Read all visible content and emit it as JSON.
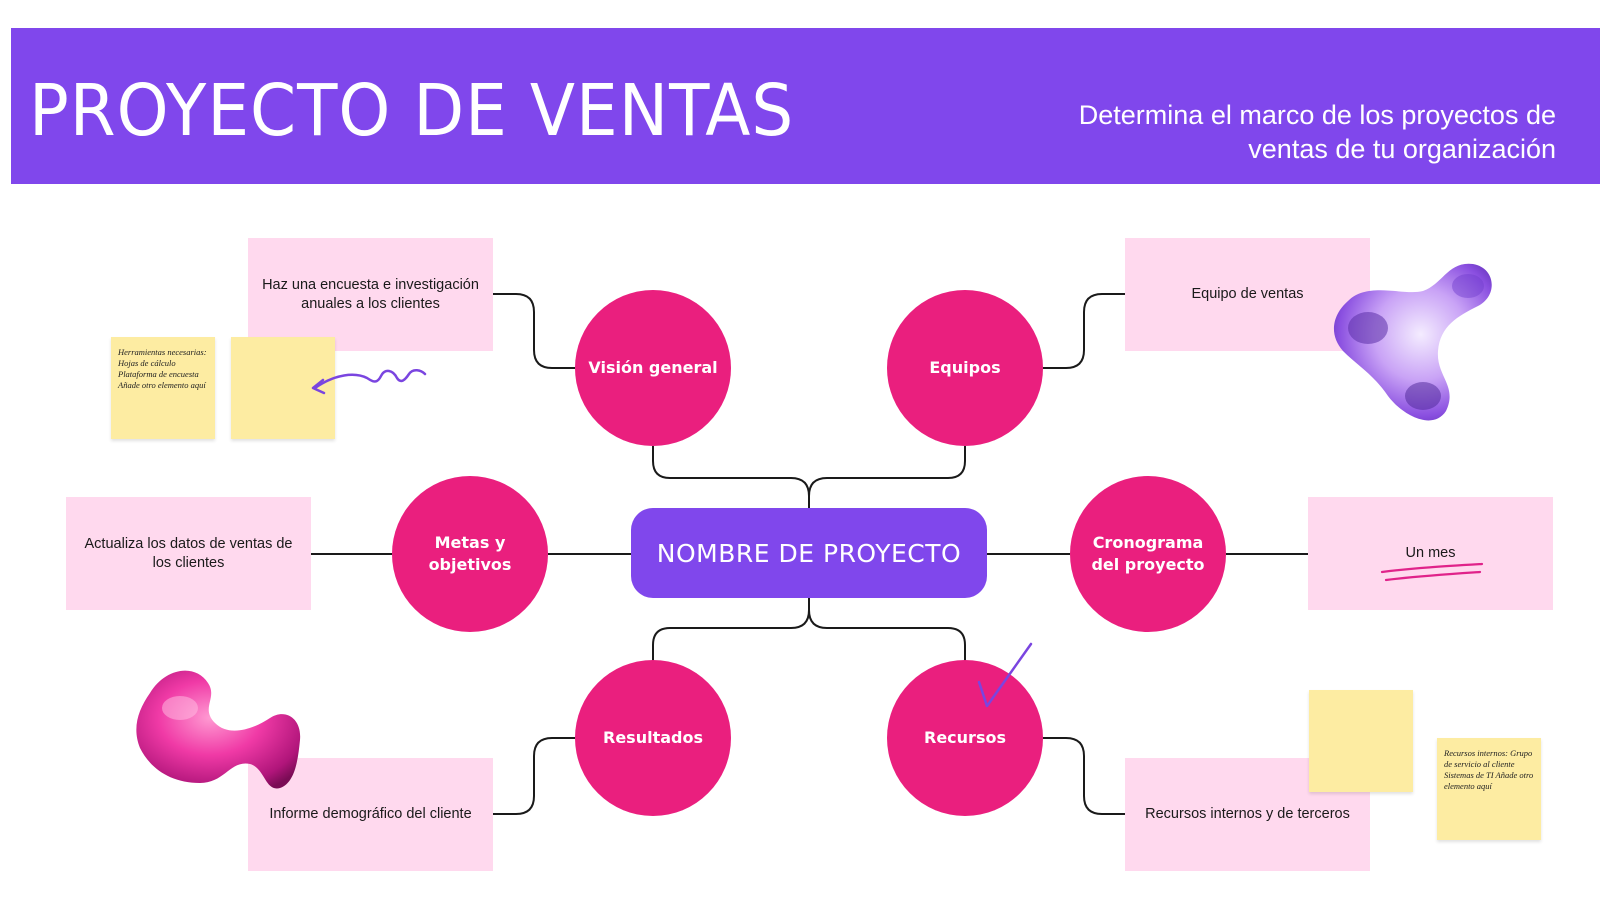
{
  "header": {
    "title": "PROYECTO DE VENTAS",
    "subtitle": "Determina el marco de los proyectos de ventas de tu organización",
    "background": "#8047ec"
  },
  "center": {
    "label": "NOMBRE DE PROYECTO"
  },
  "nodes": {
    "vision": "Visión general",
    "equipos": "Equipos",
    "metas": "Metas y objetivos",
    "cronograma": "Cronograma del proyecto",
    "resultados": "Resultados",
    "recursos": "Recursos"
  },
  "notes": {
    "vision": "Haz una encuesta e investigación anuales a los clientes",
    "equipos": "Equipo de ventas",
    "metas": "Actualiza los datos de ventas de los clientes",
    "cronograma": "Un mes",
    "resultados": "Informe demográfico del cliente",
    "recursos": "Recursos internos y de terceros"
  },
  "stickies": {
    "herramientas": "Herramientas necesarias: Hojas de cálculo Plataforma de encuesta Añade otro elemento aquí",
    "recursos_internos": "Recursos internos: Grupo de servicio al cliente Sistemas de TI Añade otro elemento aquí"
  },
  "colors": {
    "accent_purple": "#8047ec",
    "node_pink": "#ea1f7e",
    "note_pink": "#ffd9ee",
    "sticky_yellow": "#fdeca2"
  }
}
